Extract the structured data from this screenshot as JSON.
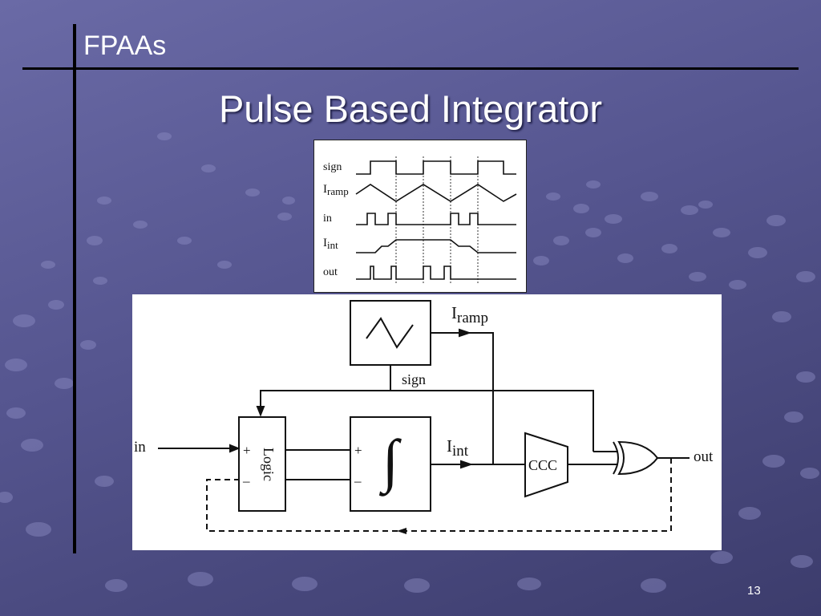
{
  "slide": {
    "section": "FPAAs",
    "title": "Pulse Based Integrator",
    "page_number": "13"
  },
  "timing_diagram": {
    "signals": [
      {
        "name": "sign",
        "main": "sign",
        "sub": ""
      },
      {
        "name": "iramp",
        "main": "I",
        "sub": "ramp"
      },
      {
        "name": "in",
        "main": "in",
        "sub": ""
      },
      {
        "name": "iint",
        "main": "I",
        "sub": "int"
      },
      {
        "name": "out",
        "main": "out",
        "sub": ""
      }
    ]
  },
  "block_diagram": {
    "input_label": "in",
    "output_label": "out",
    "logic_label": "Logic",
    "plus": "+",
    "minus": "–",
    "integral_symbol": "∫",
    "ccc_label": "CCC",
    "sign_label": "sign",
    "iramp_main": "I",
    "iramp_sub": "ramp",
    "iint_main": "I",
    "iint_sub": "int"
  },
  "colors": {
    "background_top": "#6a6aa6",
    "background_bottom": "#3c3c6c",
    "title_text": "#ffffff",
    "rule_lines": "#000000"
  }
}
